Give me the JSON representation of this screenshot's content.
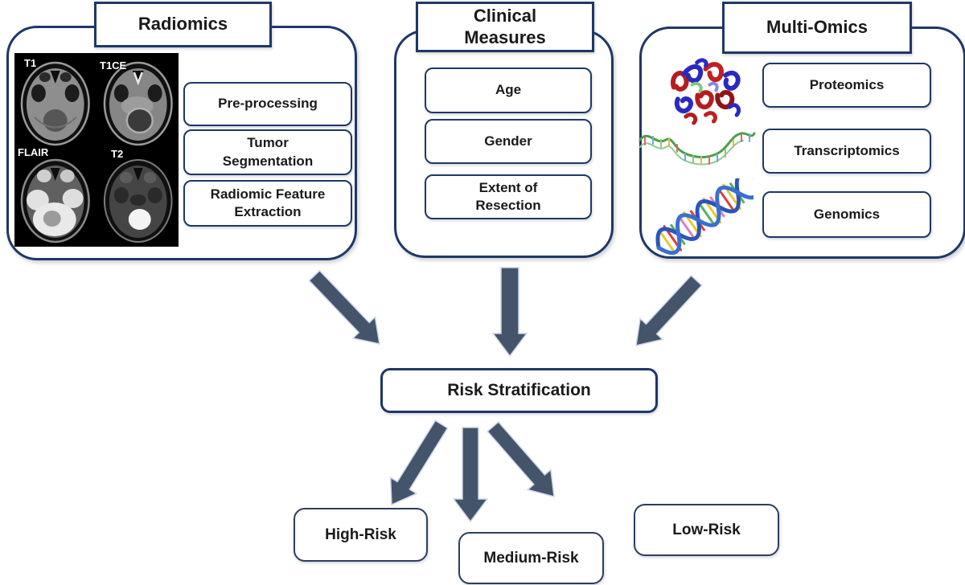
{
  "figure": {
    "description": "Risk stratification flow diagram combining radiomics, clinical measures and multi-omics"
  },
  "panels": {
    "radiomics": {
      "title": "Radiomics",
      "mri_labels": [
        "T1",
        "T1CE",
        "FLAIR",
        "T2"
      ],
      "items": [
        "Pre-processing",
        "Tumor\nSegmentation",
        "Radiomic Feature\nExtraction"
      ]
    },
    "clinical": {
      "title": "Clinical\nMeasures",
      "items": [
        "Age",
        "Gender",
        "Extent of\nResection"
      ]
    },
    "multiomics": {
      "title": "Multi-Omics",
      "items": [
        "Proteomics",
        "Transcriptomics",
        "Genomics"
      ],
      "icons": [
        "protein-structure-icon",
        "rna-strand-icon",
        "dna-helix-icon"
      ]
    }
  },
  "flow": {
    "center_label": "Risk Stratification",
    "outcomes": [
      "High-Risk",
      "Medium-Risk",
      "Low-Risk"
    ]
  },
  "colors": {
    "box_border_navy": "#1f3864",
    "arrow_fill": "#44546a",
    "arrow_edge": "#ccd6e8",
    "background": "#ffffff",
    "text": "#1a1a1a",
    "mri_background": "#000000"
  }
}
